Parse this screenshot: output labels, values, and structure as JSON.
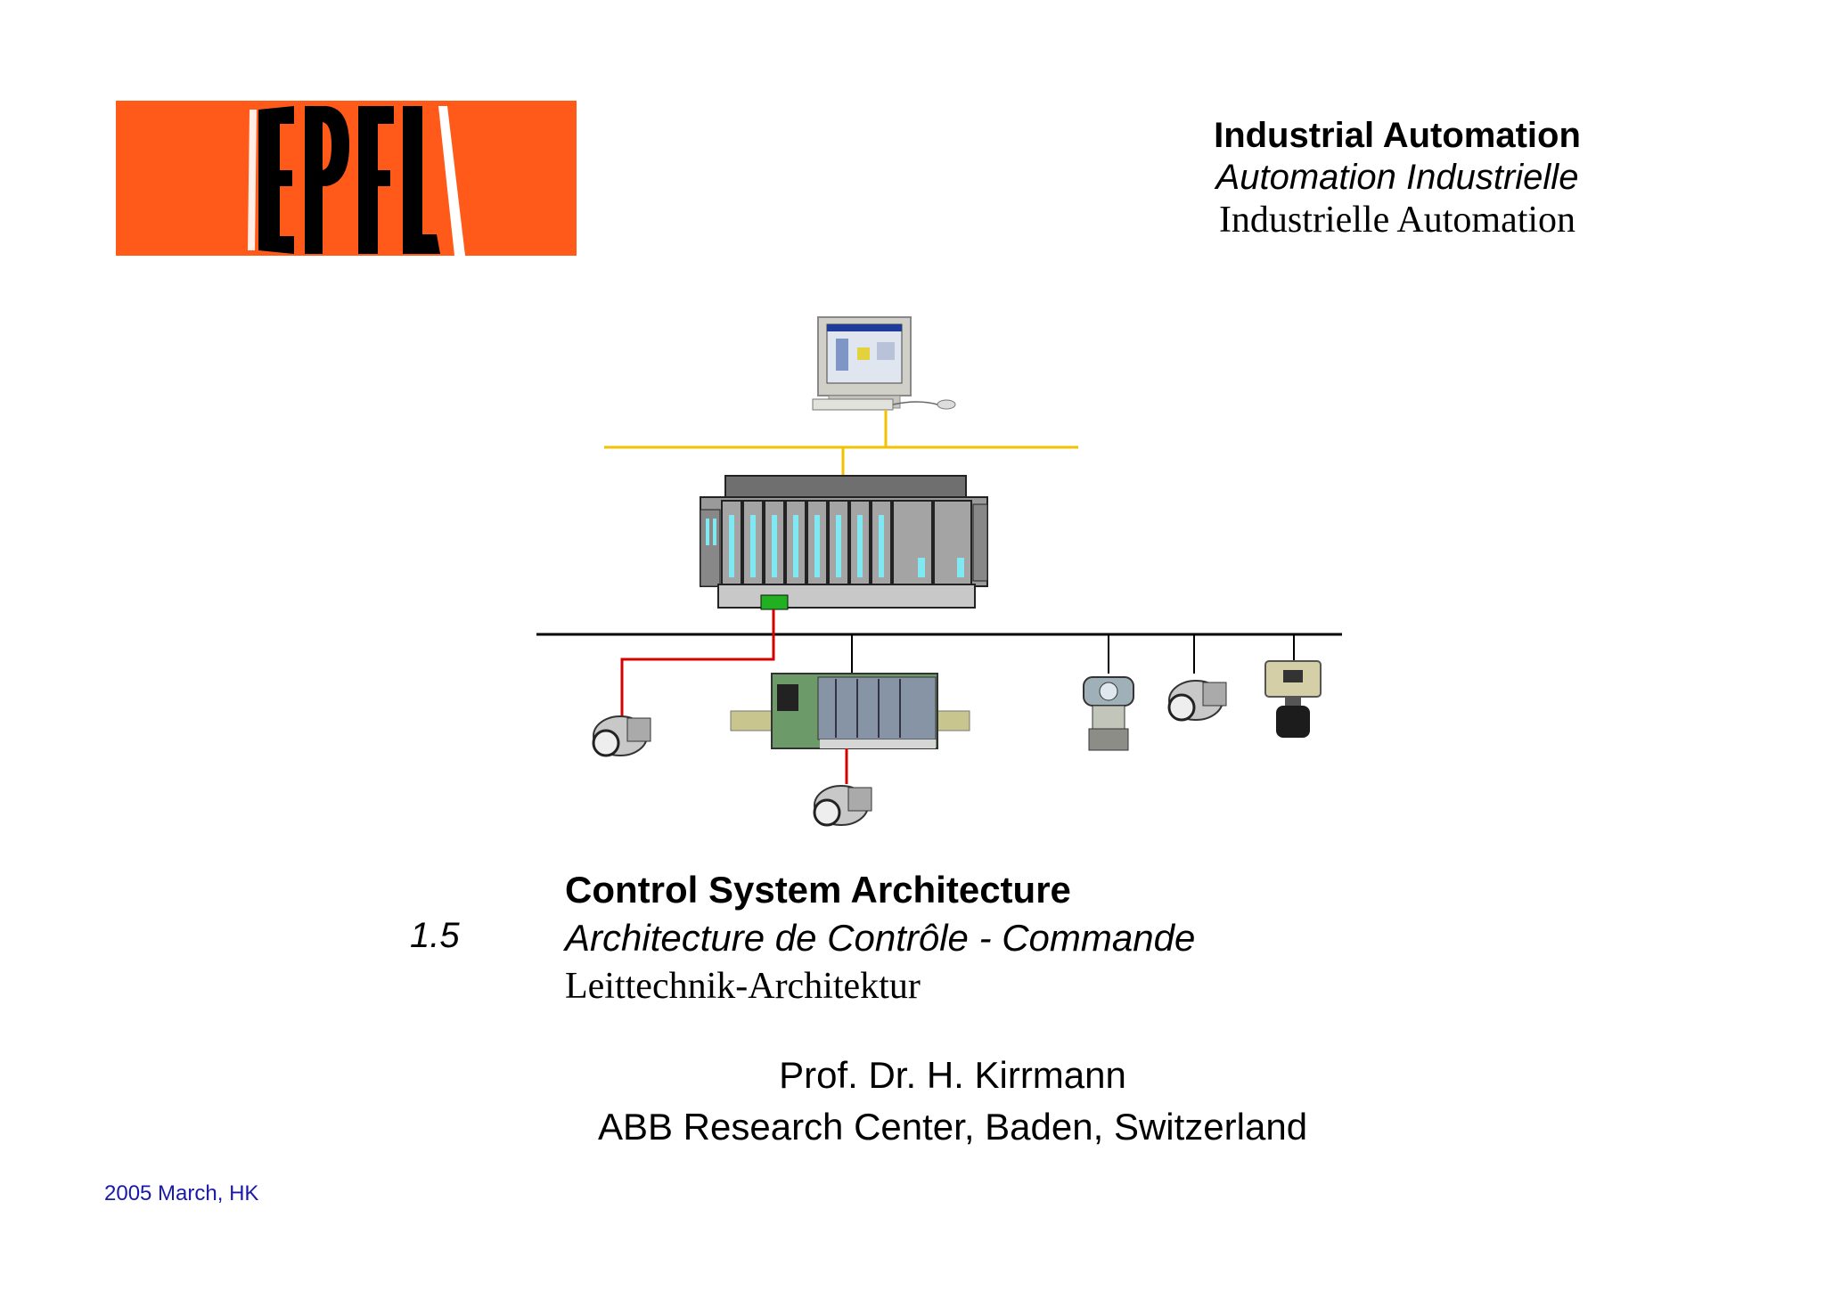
{
  "logo": {
    "text": "EPFL",
    "color": "#ff5a1a"
  },
  "course": {
    "title_en": "Industrial Automation",
    "title_fr": "Automation Industrielle",
    "title_de": "Industrielle Automation"
  },
  "diagram": {
    "colors": {
      "yellow_bus": "#f2c100",
      "black_bus": "#000000",
      "red_link": "#d60000",
      "rack": "#8e8e8e",
      "module_led": "#7fe8f0",
      "connector": "#21b021"
    },
    "icons": [
      "workstation-icon",
      "plc-rack-icon",
      "field-sensor-icon",
      "io-module-icon",
      "pressure-transmitter-icon",
      "flowmeter-icon"
    ]
  },
  "chapter": {
    "number": "1.5",
    "title_en": "Control System Architecture",
    "title_fr": "Architecture de Contrôle - Commande",
    "title_de": "Leittechnik-Architektur"
  },
  "author": {
    "name": "Prof. Dr. H. Kirrmann",
    "affiliation": "ABB Research Center, Baden, Switzerland"
  },
  "footer": {
    "date": "2005 March, HK"
  }
}
